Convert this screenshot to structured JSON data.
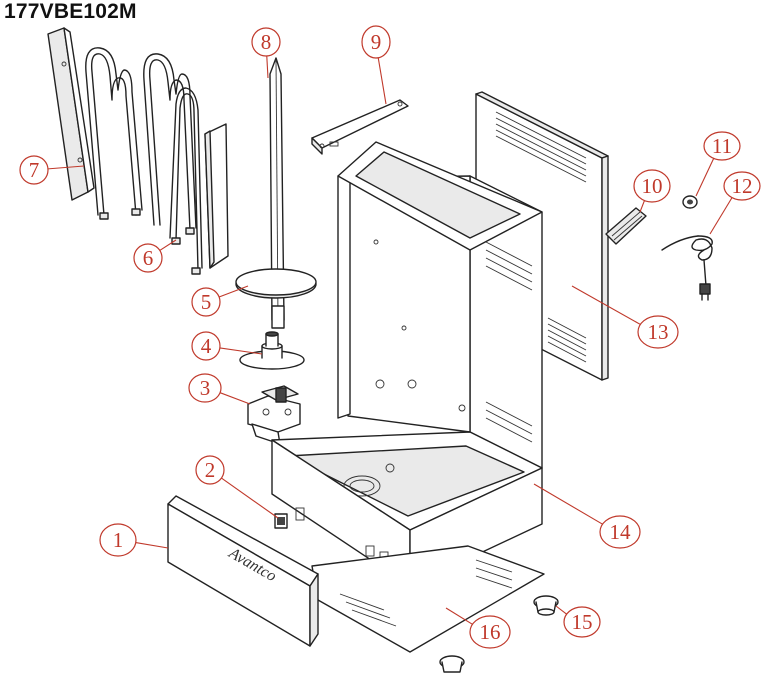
{
  "model": "177VBE102M",
  "parts": [
    {
      "id": "part-1",
      "label": "1"
    },
    {
      "id": "part-2",
      "label": "2"
    },
    {
      "id": "part-3",
      "label": "3"
    },
    {
      "id": "part-4",
      "label": "4"
    },
    {
      "id": "part-5",
      "label": "5"
    },
    {
      "id": "part-6",
      "label": "6"
    },
    {
      "id": "part-7",
      "label": "7"
    },
    {
      "id": "part-8",
      "label": "8"
    },
    {
      "id": "part-9",
      "label": "9"
    },
    {
      "id": "part-10",
      "label": "10"
    },
    {
      "id": "part-11",
      "label": "11"
    },
    {
      "id": "part-12",
      "label": "12"
    },
    {
      "id": "part-13",
      "label": "13"
    },
    {
      "id": "part-14",
      "label": "14"
    },
    {
      "id": "part-15",
      "label": "15"
    },
    {
      "id": "part-16",
      "label": "16"
    }
  ],
  "drawer_logo": "Avantco",
  "colors": {
    "callout": "#c0392b",
    "line": "#222222",
    "background": "#ffffff"
  }
}
